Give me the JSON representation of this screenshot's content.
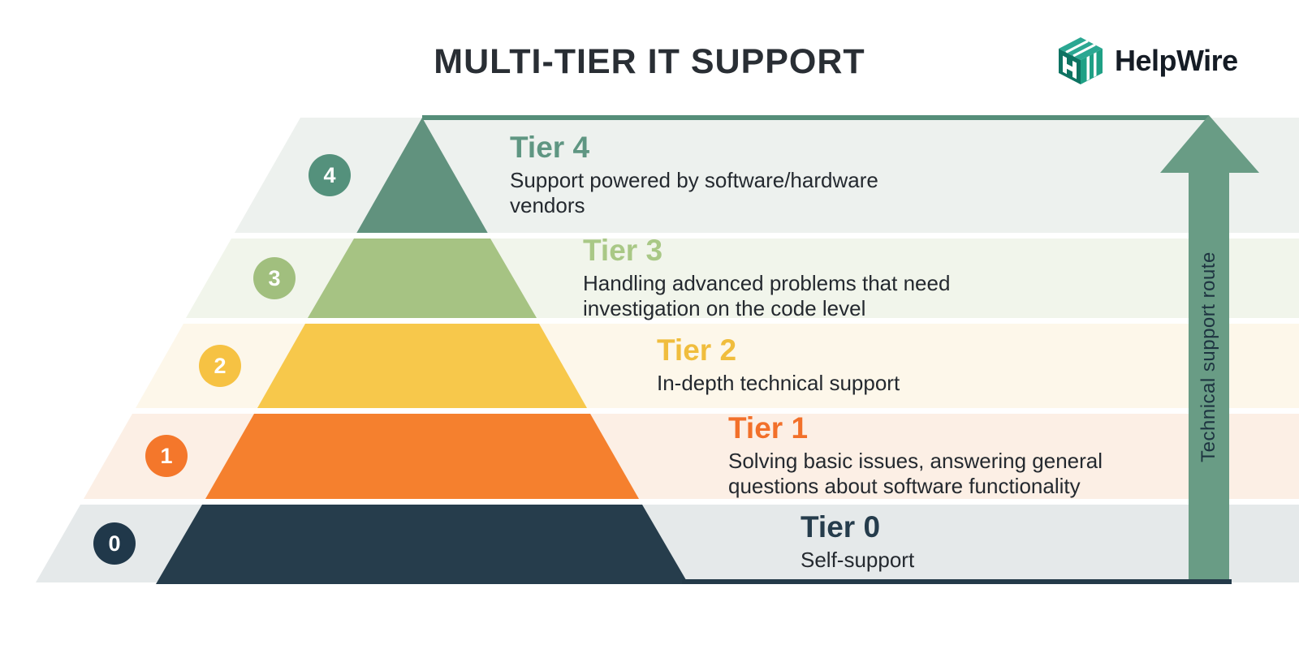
{
  "title": "MULTI-TIER IT SUPPORT",
  "title_color": "#292e34",
  "text_color": "#24292f",
  "logo": {
    "brand": "HelpWire",
    "icon_top_color": "#2ba792",
    "icon_left_color": "#0e7362",
    "icon_right_color": "#1fa085"
  },
  "arrow": {
    "label": "Technical support route",
    "label_color": "#1d3340",
    "fill": "#699c85",
    "top_line_color": "#558e79",
    "bottom_line_color": "#243a49"
  },
  "tiers": [
    {
      "badge": "4",
      "heading": "Tier 4",
      "desc": "Support powered by software/hardware\nvendors",
      "heading_color": "#5f9682",
      "shape_color": "#61927e",
      "badge_color": "#54917c",
      "band_color": "#edf1ee"
    },
    {
      "badge": "3",
      "heading": "Tier 3",
      "desc": "Handling advanced problems that need\ninvestigation on the code level",
      "heading_color": "#a9c886",
      "shape_color": "#a6c383",
      "badge_color": "#a1bf7e",
      "band_color": "#f1f5eb"
    },
    {
      "badge": "2",
      "heading": "Tier 2",
      "desc": "In-depth technical support",
      "heading_color": "#f0bd3d",
      "shape_color": "#f7c84b",
      "badge_color": "#f6c243",
      "band_color": "#fdf7ea"
    },
    {
      "badge": "1",
      "heading": "Tier 1",
      "desc": "Solving basic issues, answering general\nquestions about software functionality",
      "heading_color": "#f2702a",
      "shape_color": "#f5802e",
      "badge_color": "#f4772b",
      "band_color": "#fcefe5"
    },
    {
      "badge": "0",
      "heading": "Tier 0",
      "desc": "Self-support",
      "heading_color": "#253c4c",
      "shape_color": "#263d4c",
      "badge_color": "#20384a",
      "band_color": "#e5e9ea"
    }
  ]
}
